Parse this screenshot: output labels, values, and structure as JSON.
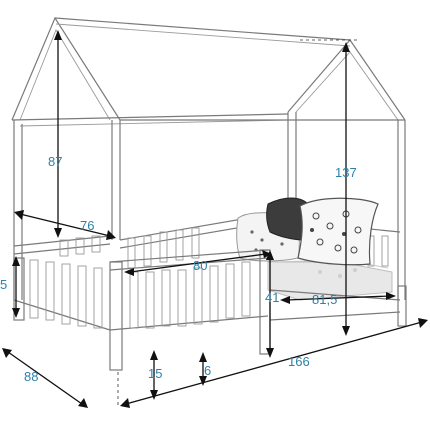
{
  "diagram": {
    "dimensions": {
      "roof_height": "87",
      "total_height": "137",
      "roof_width": "76",
      "inner_width": "80",
      "rail_height": "41",
      "mattress_width": "81,5",
      "side_height_left": "5",
      "total_depth": "88",
      "total_length": "166",
      "leg_height": "15",
      "rail_gap": "6"
    },
    "colors": {
      "dimension_text": "#2f80a8",
      "outline": "#7a7a7a",
      "arrow": "#111111"
    }
  }
}
